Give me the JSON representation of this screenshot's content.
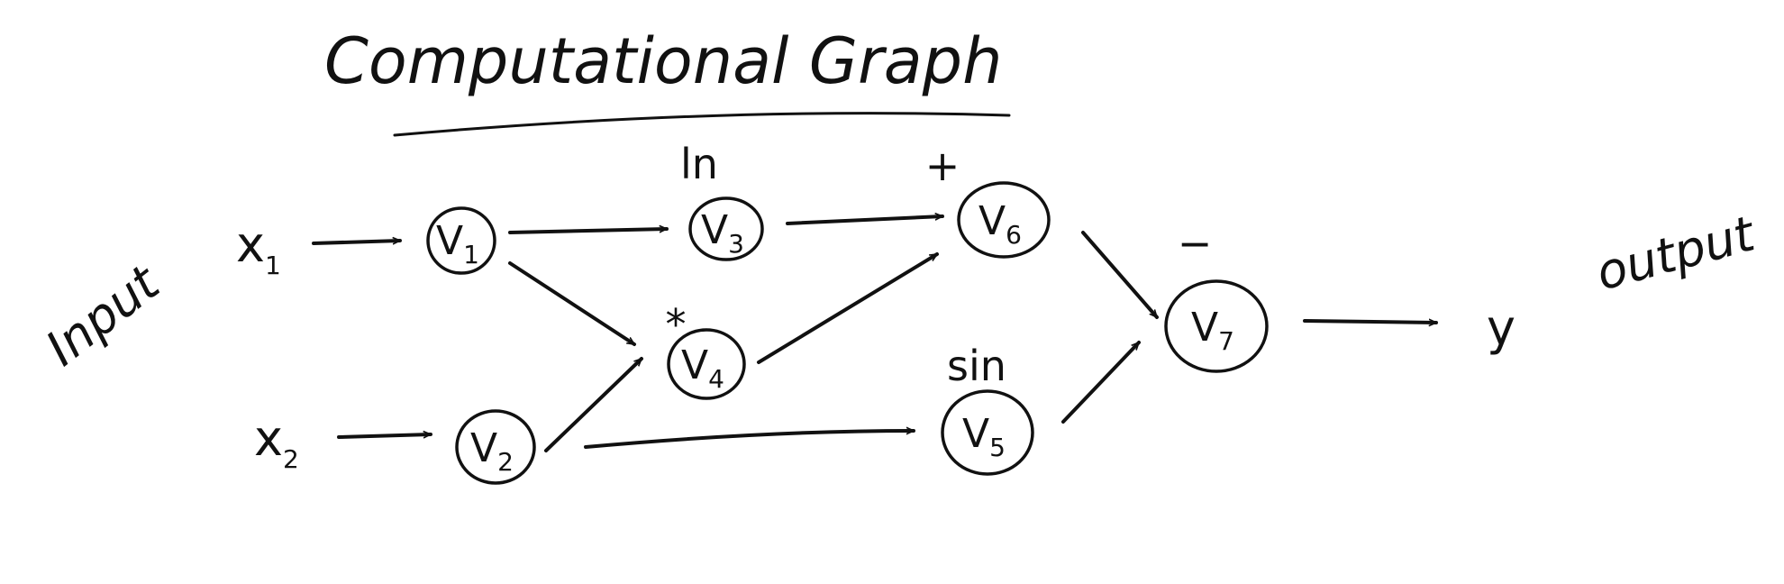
{
  "title": "Computational Graph",
  "input_label": "Input",
  "output_label": "output",
  "inputs": [
    {
      "id": "x1",
      "label": "x",
      "sub": "1"
    },
    {
      "id": "x2",
      "label": "x",
      "sub": "2"
    }
  ],
  "nodes": [
    {
      "id": "v1",
      "label": "V",
      "sub": "1",
      "op": ""
    },
    {
      "id": "v2",
      "label": "V",
      "sub": "2",
      "op": ""
    },
    {
      "id": "v3",
      "label": "V",
      "sub": "3",
      "op": "ln"
    },
    {
      "id": "v4",
      "label": "V",
      "sub": "4",
      "op": "*"
    },
    {
      "id": "v5",
      "label": "V",
      "sub": "5",
      "op": "sin"
    },
    {
      "id": "v6",
      "label": "V",
      "sub": "6",
      "op": "+"
    },
    {
      "id": "v7",
      "label": "V",
      "sub": "7",
      "op": "−"
    }
  ],
  "output": {
    "id": "y",
    "label": "y"
  },
  "edges": [
    {
      "from": "x1",
      "to": "v1"
    },
    {
      "from": "x2",
      "to": "v2"
    },
    {
      "from": "v1",
      "to": "v3"
    },
    {
      "from": "v1",
      "to": "v4"
    },
    {
      "from": "v2",
      "to": "v4"
    },
    {
      "from": "v2",
      "to": "v5"
    },
    {
      "from": "v3",
      "to": "v6"
    },
    {
      "from": "v4",
      "to": "v6"
    },
    {
      "from": "v6",
      "to": "v7"
    },
    {
      "from": "v5",
      "to": "v7"
    },
    {
      "from": "v7",
      "to": "y"
    }
  ]
}
